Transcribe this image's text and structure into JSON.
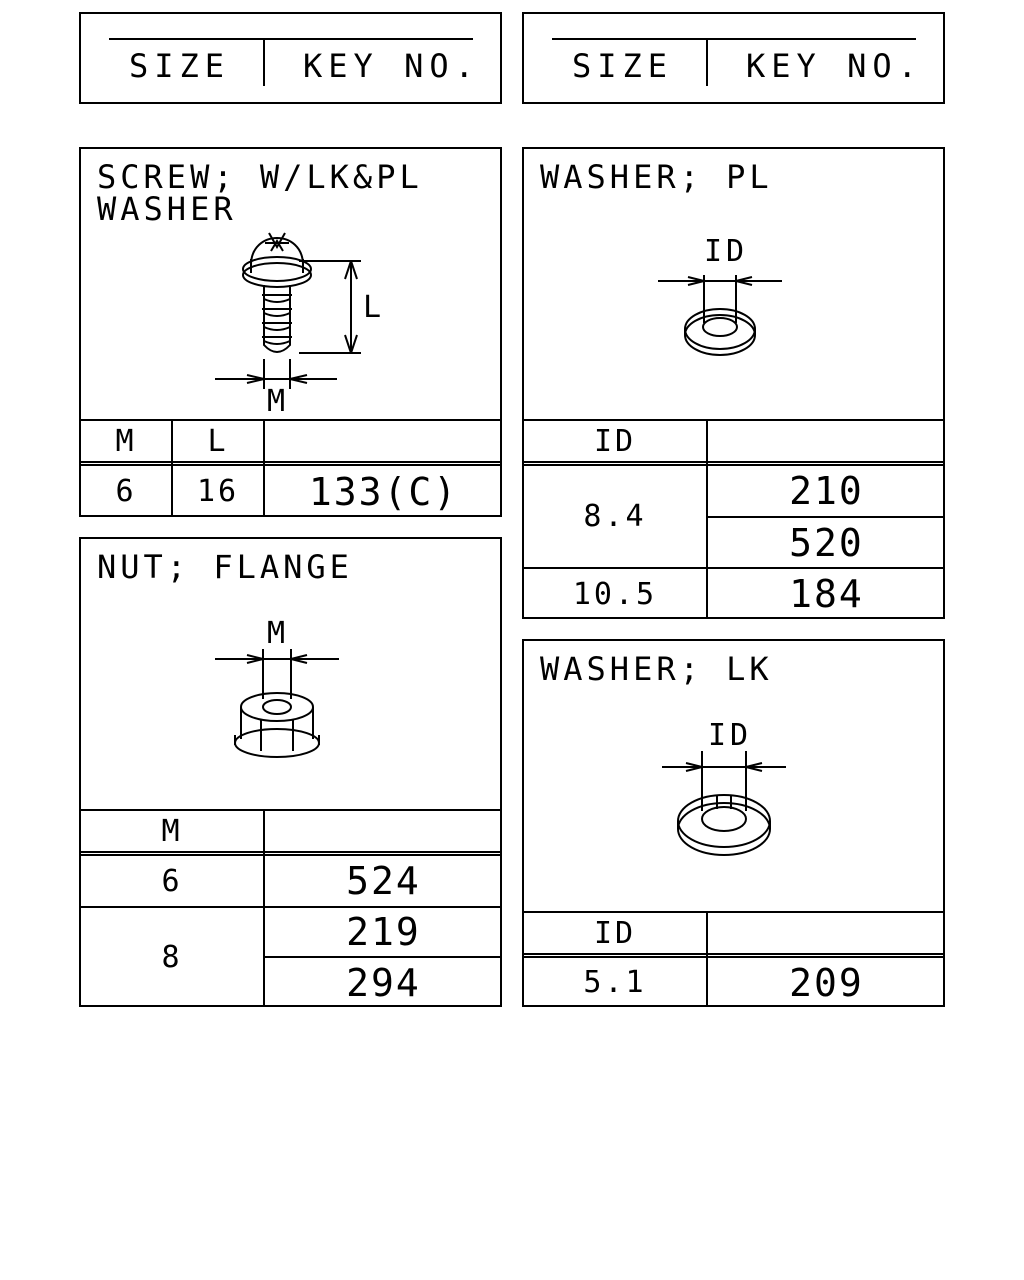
{
  "legend": [
    {
      "size_label": "SIZE",
      "key_label": "KEY NO."
    },
    {
      "size_label": "SIZE",
      "key_label": "KEY NO."
    }
  ],
  "screw": {
    "title_line1": "SCREW; W/LK&PL",
    "title_line2": "WASHER",
    "dim_l": "L",
    "dim_m": "M",
    "col_m": "M",
    "col_l": "L",
    "rows": [
      {
        "m": "6",
        "l": "16",
        "key": "133(C)"
      }
    ]
  },
  "nut": {
    "title": "NUT; FLANGE",
    "dim_m": "M",
    "col_m": "M",
    "rows": [
      {
        "m": "6",
        "keys": [
          "524"
        ]
      },
      {
        "m": "8",
        "keys": [
          "219",
          "294"
        ]
      }
    ]
  },
  "washer_pl": {
    "title": "WASHER; PL",
    "dim_id": "ID",
    "col_id": "ID",
    "rows": [
      {
        "id": "8.4",
        "keys": [
          "210",
          "520"
        ]
      },
      {
        "id": "10.5",
        "keys": [
          "184"
        ]
      }
    ]
  },
  "washer_lk": {
    "title": "WASHER; LK",
    "dim_id": "ID",
    "col_id": "ID",
    "rows": [
      {
        "id": "5.1",
        "keys": [
          "209"
        ]
      }
    ]
  }
}
